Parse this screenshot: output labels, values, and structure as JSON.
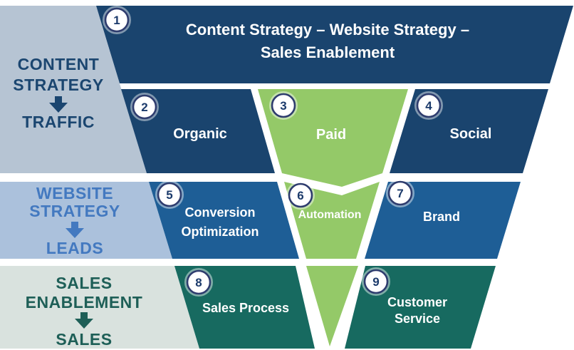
{
  "title": {
    "line1": "Content Strategy – Website Strategy –",
    "line2": "Sales Enablement"
  },
  "side_panels": [
    {
      "heading_line1": "CONTENT",
      "heading_line2": "STRATEGY",
      "outcome": "TRAFFIC",
      "bg": "#B6C4D3",
      "text_color": "#1B4670"
    },
    {
      "heading_line1": "WEBSITE",
      "heading_line2": "STRATEGY",
      "outcome": "LEADS",
      "bg": "#ABC1DC",
      "text_color": "#4379C0"
    },
    {
      "heading_line1": "SALES",
      "heading_line2": "ENABLEMENT",
      "outcome": "SALES",
      "bg": "#D9E2DE",
      "text_color": "#1E5F57"
    }
  ],
  "steps": [
    {
      "num": "1",
      "label": "Content Strategy – Website Strategy – Sales Enablement"
    },
    {
      "num": "2",
      "label": "Organic"
    },
    {
      "num": "3",
      "label": "Paid"
    },
    {
      "num": "4",
      "label": "Social"
    },
    {
      "num": "5",
      "label": "Conversion Optimization",
      "label_line1": "Conversion",
      "label_line2": "Optimization"
    },
    {
      "num": "6",
      "label": "Automation"
    },
    {
      "num": "7",
      "label": "Brand"
    },
    {
      "num": "8",
      "label": "Sales Process"
    },
    {
      "num": "9",
      "label": "Customer Service",
      "label_line1": "Customer",
      "label_line2": "Service"
    }
  ],
  "colors": {
    "navy": "#1A446E",
    "blue": "#1E5E96",
    "teal": "#176A60",
    "green": "#94C968",
    "circle_border": "#2E3C6E",
    "circle_number": "#1B3A6B",
    "background": "#FFFFFF"
  }
}
